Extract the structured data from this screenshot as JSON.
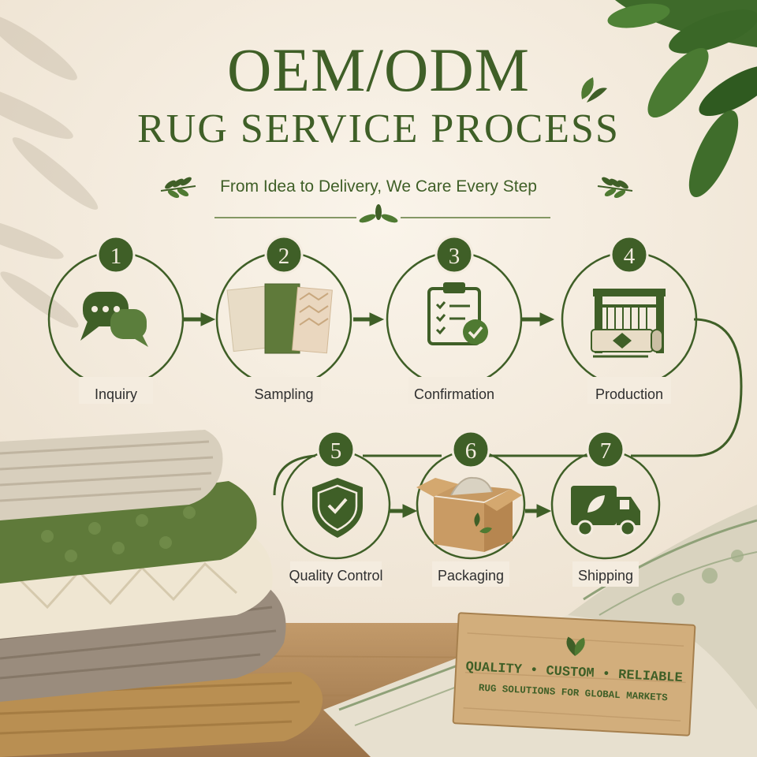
{
  "header": {
    "title": "OEM/ODM",
    "subtitle": "RUG SERVICE PROCESS",
    "tagline": "From Idea to Delivery, We Care Every Step"
  },
  "steps": [
    {
      "number": "1",
      "label": "Inquiry",
      "icon": "chat-bubbles-icon"
    },
    {
      "number": "2",
      "label": "Sampling",
      "icon": "rug-samples-icon"
    },
    {
      "number": "3",
      "label": "Confirmation",
      "icon": "clipboard-check-icon"
    },
    {
      "number": "4",
      "label": "Production",
      "icon": "loom-icon"
    },
    {
      "number": "5",
      "label": "Quality Control",
      "icon": "shield-check-icon"
    },
    {
      "number": "6",
      "label": "Packaging",
      "icon": "box-icon"
    },
    {
      "number": "7",
      "label": "Shipping",
      "icon": "truck-icon"
    }
  ],
  "sign": {
    "line1": "QUALITY • CUSTOM • RELIABLE",
    "line2": "RUG SOLUTIONS FOR GLOBAL MARKETS"
  },
  "colors": {
    "accent": "#3f5f27",
    "background": "#f4ecdf",
    "wood": "#c9a374"
  }
}
